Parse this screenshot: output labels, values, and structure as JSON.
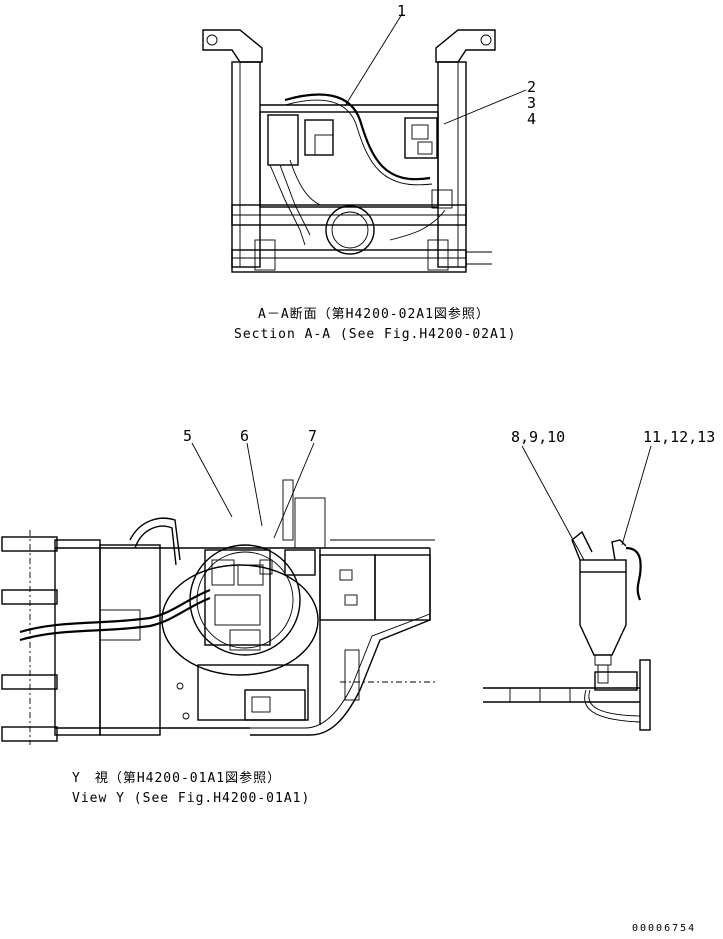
{
  "section_aa": {
    "caption_ja": "A－A断面（第H4200-02A1図参照）",
    "caption_en": "Section A-A (See Fig.H4200-02A1)"
  },
  "view_y": {
    "caption_ja": "Y　視（第H4200-01A1図参照）",
    "caption_en": "View Y (See Fig.H4200-01A1)"
  },
  "callouts": {
    "c1": "1",
    "c2": "2",
    "c3": "3",
    "c4": "4",
    "c5": "5",
    "c6": "6",
    "c7": "7",
    "c8": "8,9,10",
    "c11": "11,12,13"
  },
  "drawing_number": "00006754"
}
